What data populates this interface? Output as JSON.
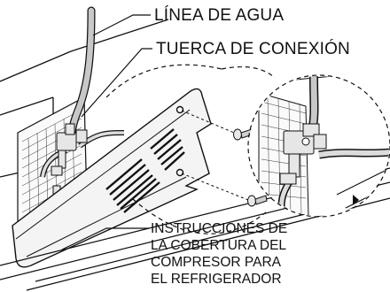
{
  "labels": {
    "water_line": "LÍNEA DE AGUA",
    "connection_nut": "TUERCA DE CONEXIÓN",
    "instructions": [
      "INSTRUCCIONES DE",
      "LA COBERTURA DEL",
      "COMPRESOR PARA",
      "EL REFRIGERADOR"
    ]
  },
  "colors": {
    "ink": "#111111",
    "tube": "#b9b9b9",
    "cover": "#f4f4f4"
  }
}
